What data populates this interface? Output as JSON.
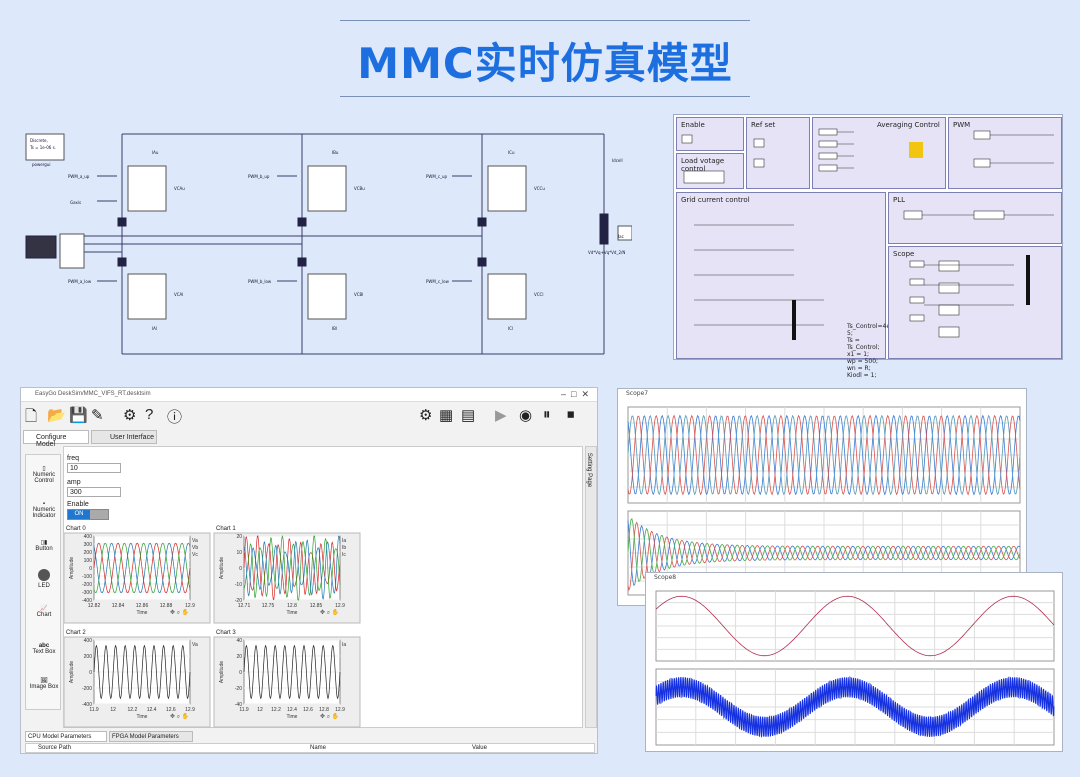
{
  "header": {
    "title": "MMC实时仿真模型"
  },
  "sim": {
    "powergui": {
      "line1": "Discrete,",
      "line2": "Ts = 1e-06 s.",
      "label": "powergui"
    },
    "pwm_labels": [
      "PWM_a_up",
      "PWM_b_up",
      "PWM_c_up",
      "PWM_a_low",
      "PWM_b_low",
      "PWM_c_low"
    ],
    "arm_outputs": [
      "VCAu",
      "VCBu",
      "VCCu",
      "VCAl",
      "VCBl",
      "VCCl"
    ],
    "measure_tags": [
      "IAu",
      "IBu",
      "ICu",
      "IAl",
      "IBl",
      "ICl"
    ],
    "extra_tags": [
      "Gaxis",
      "Idcell",
      "Iac"
    ],
    "note": "Vd*Vq+Vq*Vd_2/N"
  },
  "control": {
    "enable": "Enable",
    "ref_set": "Ref set",
    "averaging": "Averaging Control",
    "pwm": "PWM",
    "load_voltage": "Load votage control",
    "grid_current": "Grid current control",
    "pll": "PLL",
    "scope": "Scope",
    "params": [
      "Ts_Control=4e-5;",
      "Ts = Ts_Control;",
      "x1 = 1;",
      "wp = 500;",
      "wn = R;",
      "Kiodl = 1;"
    ]
  },
  "app": {
    "window_title": "EasyGo DeskSim/MMC_VIFS_RT.desktsim",
    "tabs": [
      "Configure Model",
      "User Interface"
    ],
    "side_tab": "Setting Page",
    "palette": [
      "Numeric Control",
      "Numeric Indicator",
      "Button",
      "LED",
      "Chart",
      "Text Box",
      "Image Box"
    ],
    "fields": {
      "freq_label": "freq",
      "freq_value": "10",
      "amp_label": "amp",
      "amp_value": "300",
      "enable_label": "Enable",
      "enable_state": "ON"
    },
    "bottom_tabs": [
      "CPU Model Parameters",
      "FPGA Model Parameters"
    ],
    "table_headers": [
      "Source Path",
      "Name",
      "Value"
    ]
  },
  "chart_data": [
    {
      "type": "line",
      "title": "Chart 0",
      "xlabel": "Time",
      "ylabel": "Amplitude",
      "x_ticks": [
        "12.82",
        "12.84",
        "12.86",
        "12.88",
        "12.9"
      ],
      "y_ticks": [
        "400",
        "300",
        "200",
        "100",
        "0",
        "-100",
        "-200",
        "-300",
        "-400"
      ],
      "ylim": [
        -400,
        400
      ],
      "legend": [
        "Va",
        "Vb",
        "Vc"
      ],
      "series_colors": [
        "#d62728",
        "#2ca02c",
        "#1f77b4"
      ],
      "cycles": 5,
      "amplitude": 310
    },
    {
      "type": "line",
      "title": "Chart 1",
      "xlabel": "Time",
      "ylabel": "Amplitude",
      "x_ticks": [
        "12.71",
        "12.75",
        "12.8",
        "12.85",
        "12.9"
      ],
      "y_ticks": [
        "20",
        "10",
        "0",
        "-10",
        "-20"
      ],
      "ylim": [
        -20,
        20
      ],
      "legend": [
        "Ia",
        "Ib",
        "Ic"
      ],
      "series_colors": [
        "#d62728",
        "#2ca02c",
        "#1f77b4"
      ],
      "cycles": 9,
      "amplitude": 15
    },
    {
      "type": "line",
      "title": "Chart 2",
      "xlabel": "Time",
      "ylabel": "Amplitude",
      "x_ticks": [
        "11.9",
        "12",
        "12.2",
        "12.4",
        "12.6",
        "12.9"
      ],
      "y_ticks": [
        "400",
        "200",
        "0",
        "-200",
        "-400"
      ],
      "ylim": [
        -400,
        400
      ],
      "legend": [
        "Va"
      ],
      "series_colors": [
        "#222222"
      ],
      "cycles": 10,
      "amplitude": 330
    },
    {
      "type": "line",
      "title": "Chart 3",
      "xlabel": "Time",
      "ylabel": "Amplitude",
      "x_ticks": [
        "11.9",
        "12",
        "12.2",
        "12.4",
        "12.6",
        "12.8",
        "12.9"
      ],
      "y_ticks": [
        "40",
        "20",
        "0",
        "-20",
        "-40"
      ],
      "ylim": [
        -40,
        40
      ],
      "legend": [
        "Ia"
      ],
      "series_colors": [
        "#222222"
      ],
      "cycles": 10,
      "amplitude": 33
    }
  ],
  "scopes": {
    "top_title": "Scope7",
    "bottom_title": "Scope8"
  }
}
